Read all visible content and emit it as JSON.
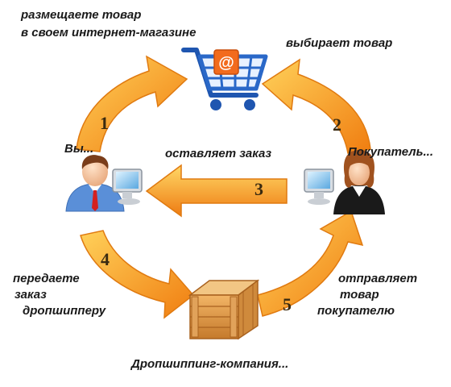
{
  "labels": {
    "you_publish": [
      "размещаете товар",
      "в своем интернет-магазине"
    ],
    "buyer_chooses": "выбирает товар",
    "you": "Вы...",
    "places_order": "оставляет заказ",
    "buyer": "Покупатель...",
    "pass_order": [
      "передаете",
      "заказ",
      "дропшипперу"
    ],
    "ships_goods": [
      "отправляет",
      "товар",
      "покупателю"
    ],
    "dropship_company": "Дропшиппинг-компания..."
  },
  "steps": [
    "1",
    "2",
    "3",
    "4",
    "5"
  ],
  "icons": {
    "cart": "shopping-cart-icon",
    "cart_symbol": "@",
    "you": "businessman-at-computer-icon",
    "buyer": "woman-at-computer-icon",
    "box": "wooden-crate-icon"
  },
  "colors": {
    "arrow_light": "#ffd15a",
    "arrow_dark": "#f07d10",
    "cart_blue": "#2a68c8",
    "text": "#1a1a1a"
  }
}
